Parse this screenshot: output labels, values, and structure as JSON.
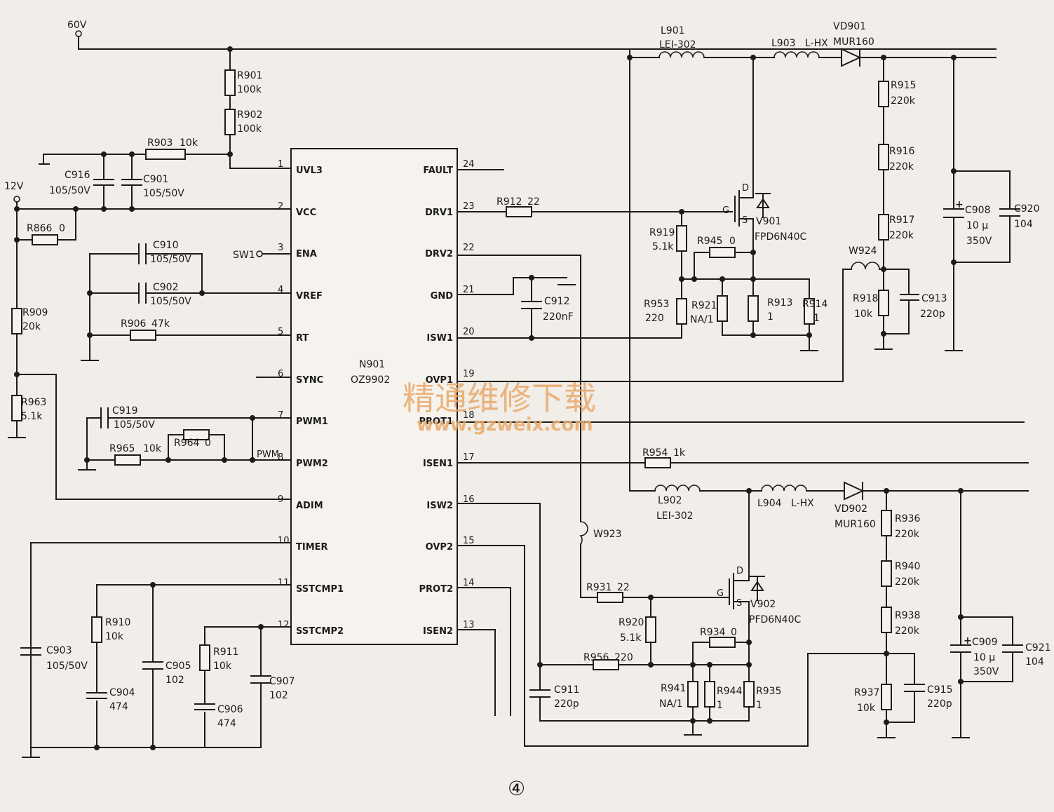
{
  "figure_number": "④",
  "watermark": {
    "cn": "精通维修下载",
    "url": "www.gzweix.com"
  },
  "ic": {
    "ref": "N901",
    "part": "OZ9902",
    "left_pins": [
      {
        "num": "1",
        "name": "UVL3"
      },
      {
        "num": "2",
        "name": "VCC"
      },
      {
        "num": "3",
        "name": "ENA"
      },
      {
        "num": "4",
        "name": "VREF"
      },
      {
        "num": "5",
        "name": "RT"
      },
      {
        "num": "6",
        "name": "SYNC"
      },
      {
        "num": "7",
        "name": "PWM1"
      },
      {
        "num": "8",
        "name": "PWM2"
      },
      {
        "num": "9",
        "name": "ADIM"
      },
      {
        "num": "10",
        "name": "TIMER"
      },
      {
        "num": "11",
        "name": "SSTCMP1"
      },
      {
        "num": "12",
        "name": "SSTCMP2"
      }
    ],
    "right_pins": [
      {
        "num": "24",
        "name": "FAULT"
      },
      {
        "num": "23",
        "name": "DRV1"
      },
      {
        "num": "22",
        "name": "DRV2"
      },
      {
        "num": "21",
        "name": "GND"
      },
      {
        "num": "20",
        "name": "ISW1"
      },
      {
        "num": "19",
        "name": "OVP1"
      },
      {
        "num": "18",
        "name": "PROT1"
      },
      {
        "num": "17",
        "name": "ISEN1"
      },
      {
        "num": "16",
        "name": "ISW2"
      },
      {
        "num": "15",
        "name": "OVP2"
      },
      {
        "num": "14",
        "name": "PROT2"
      },
      {
        "num": "13",
        "name": "ISEN2"
      }
    ],
    "pwm_label": "PWM"
  },
  "rails": {
    "v60": "60V",
    "v12": "12V",
    "sw1": "SW1"
  },
  "components": {
    "R901": {
      "ref": "R901",
      "val": "100k"
    },
    "R902": {
      "ref": "R902",
      "val": "100k"
    },
    "R903": {
      "ref": "R903",
      "val": "10k"
    },
    "C916": {
      "ref": "C916",
      "val": "105/50V"
    },
    "C901": {
      "ref": "C901",
      "val": "105/50V"
    },
    "R866": {
      "ref": "R866",
      "val": "0"
    },
    "R909": {
      "ref": "R909",
      "val": "20k"
    },
    "R963": {
      "ref": "R963",
      "val": "5.1k"
    },
    "C910": {
      "ref": "C910",
      "val": "105/50V"
    },
    "C902": {
      "ref": "C902",
      "val": "105/50V"
    },
    "R906": {
      "ref": "R906",
      "val": "47k"
    },
    "C919": {
      "ref": "C919",
      "val": "105/50V"
    },
    "R965": {
      "ref": "R965",
      "val": "10k"
    },
    "R964": {
      "ref": "R964",
      "val": "0"
    },
    "C903": {
      "ref": "C903",
      "val": "105/50V"
    },
    "R910": {
      "ref": "R910",
      "val": "10k"
    },
    "C904": {
      "ref": "C904",
      "val": "474"
    },
    "C905": {
      "ref": "C905",
      "val": "102"
    },
    "R911": {
      "ref": "R911",
      "val": "10k"
    },
    "C906": {
      "ref": "C906",
      "val": "474"
    },
    "C907": {
      "ref": "C907",
      "val": "102"
    },
    "R912": {
      "ref": "R912",
      "val": "22"
    },
    "C912": {
      "ref": "C912",
      "val": "220nF"
    },
    "L901": {
      "ref": "L901",
      "val": "LEI-302"
    },
    "L903": {
      "ref": "L903",
      "val": "L-HX"
    },
    "VD901": {
      "ref": "VD901",
      "val": "MUR160"
    },
    "V901": {
      "ref": "V901",
      "val": "FPD6N40C"
    },
    "R919": {
      "ref": "R919",
      "val": "5.1k"
    },
    "R945": {
      "ref": "R945",
      "val": "0"
    },
    "R953": {
      "ref": "R953",
      "val": "220"
    },
    "R921": {
      "ref": "R921",
      "val": "NA/1"
    },
    "R913": {
      "ref": "R913",
      "val": "1"
    },
    "R914": {
      "ref": "R914",
      "val": "1"
    },
    "R915": {
      "ref": "R915",
      "val": "220k"
    },
    "R916": {
      "ref": "R916",
      "val": "220k"
    },
    "R917": {
      "ref": "R917",
      "val": "220k"
    },
    "W924": {
      "ref": "W924"
    },
    "R918": {
      "ref": "R918",
      "val": "10k"
    },
    "C913": {
      "ref": "C913",
      "val": "220p"
    },
    "C908": {
      "ref": "C908",
      "val": "10 µ",
      "volt": "350V"
    },
    "C920": {
      "ref": "C920",
      "val": "104"
    },
    "R954": {
      "ref": "R954",
      "val": "1k"
    },
    "L902": {
      "ref": "L902",
      "val": "LEI-302"
    },
    "L904": {
      "ref": "L904",
      "val": "L-HX"
    },
    "VD902": {
      "ref": "VD902",
      "val": "MUR160"
    },
    "W923": {
      "ref": "W923"
    },
    "R931": {
      "ref": "R931",
      "val": "22"
    },
    "V902": {
      "ref": "V902",
      "val": "PFD6N40C"
    },
    "R920": {
      "ref": "R920",
      "val": "5.1k"
    },
    "R934": {
      "ref": "R934",
      "val": "0"
    },
    "R956": {
      "ref": "R956",
      "val": "220"
    },
    "C911": {
      "ref": "C911",
      "val": "220p"
    },
    "R941": {
      "ref": "R941",
      "val": "NA/1"
    },
    "R944": {
      "ref": "R944",
      "val": "1"
    },
    "R935": {
      "ref": "R935",
      "val": "1"
    },
    "R936": {
      "ref": "R936",
      "val": "220k"
    },
    "R940": {
      "ref": "R940",
      "val": "220k"
    },
    "R938": {
      "ref": "R938",
      "val": "220k"
    },
    "R937": {
      "ref": "R937",
      "val": "10k"
    },
    "C915": {
      "ref": "C915",
      "val": "220p"
    },
    "C909": {
      "ref": "C909",
      "val": "10 µ",
      "volt": "350V"
    },
    "C921": {
      "ref": "C921",
      "val": "104"
    }
  },
  "mosfet_pins": {
    "d": "D",
    "g": "G",
    "s": "S"
  }
}
